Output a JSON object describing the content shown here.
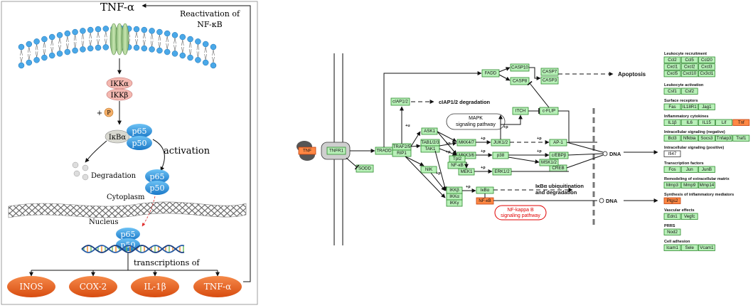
{
  "left": {
    "tnf_top": "TNF-α",
    "reactivation": [
      "Reactivation of",
      "NF-κB"
    ],
    "ikk_alpha": "IKKα",
    "ikk_beta": "IKKβ",
    "plus": "+",
    "phospho": "P",
    "ikba": "IκBα",
    "p65": "p65",
    "p50": "p50",
    "activation": "activation",
    "degradation": "Degradation",
    "cytoplasm": "Cytoplasm",
    "nucleus": "Nucleus",
    "transcriptions": "transcriptions of",
    "products": [
      "INOS",
      "COX-2",
      "IL-1β",
      "TNF-α"
    ],
    "colors": {
      "blue": "#2a8fd8",
      "orange": "#e8601c",
      "green": "#a9d18e",
      "pink": "#f4b8b0"
    }
  },
  "right": {
    "tnf": "TNF",
    "tnfr1": "TNFR1",
    "sodd": "SODD",
    "tradd": "TRADD",
    "traf25": "TRAF2/5",
    "rip1": "RIP1",
    "ciap": "cIAP1/2",
    "ciap_degradation": "cIAP1/2 degradation",
    "fadd": "FADD",
    "casp10": "CASP10",
    "casp8": "CASP8",
    "casp7": "CASP7",
    "casp3": "CASP3",
    "apoptosis": "Apoptosis",
    "mapk": [
      "MAPK",
      "signaling pathway"
    ],
    "itch": "ITCH",
    "cflip": "c-FLIP",
    "ask1": "ASK1",
    "tab123": "TAB1/2/3",
    "tak1": "TAK1",
    "mkk47": "MKK4/7",
    "mkk36": "MKK3/6",
    "jnk12": "JUK1/2",
    "p38": "p38",
    "ap1": "AP-1",
    "cebpb": "c/EBPβ",
    "creb": "CREB",
    "msk12": "MSK1/2",
    "tpl2": "Tpl2",
    "nfkb_small": "NF-κB",
    "mek1": "MEK1",
    "erk12": "ERK1/2",
    "nik": "NIK",
    "ikkb": "IKKβ",
    "ikka": "IKKα",
    "ikkg": "IKKγ",
    "ikba": "IκBα",
    "nfkb": "NF-κB",
    "ikba_deg": [
      "IκBα ubiquitination",
      "and degradation"
    ],
    "nfkb_pathway": [
      "NF-kappa B",
      "signaling pathway"
    ],
    "dna": "DNA",
    "plus_p": "+p",
    "plus_u": "+u",
    "minus_p": "-p",
    "sections": {
      "leukocyte_recruitment": {
        "title": "Leukocyte recruitment",
        "genes": [
          "Ccl2",
          "Ccl5",
          "Ccl20",
          "Cxcl1",
          "Cxcl2",
          "Cxcl3",
          "Cxcl5",
          "Cxcl10",
          "Cx3cl1"
        ]
      },
      "leukocyte_activation": {
        "title": "Leukocyte activation",
        "genes": [
          "Csf1",
          "Csf2"
        ]
      },
      "surface_receptors": {
        "title": "Surface receptors",
        "genes": [
          "Fas",
          "IL18R1",
          "Jag1"
        ]
      },
      "inflammatory_cytokines": {
        "title": "Inflammatory cytokines",
        "genes": [
          "IL1β",
          "IL6",
          "IL15",
          "Lif",
          "Tnf"
        ]
      },
      "intracellular_negative": {
        "title": "Intracellular signaling (negative)",
        "genes": [
          "Bcl3",
          "Nfkbia",
          "Socs3",
          "Tnfaip3",
          "Traf1"
        ]
      },
      "intracellular_positive": {
        "title": "Intracellular signaling (positive)",
        "genes": [
          "Ifi47"
        ]
      },
      "transcription_factors": {
        "title": "Transcription factors",
        "genes": [
          "Fos",
          "Jun",
          "JunB"
        ]
      },
      "remodeling": {
        "title": "Remodeling of extracellular matrix",
        "genes": [
          "Mmp3",
          "Mmp9",
          "Mmp14"
        ]
      },
      "synthesis": {
        "title": "Synthesis of inflammatory mediators",
        "genes": [
          "Ptgs2"
        ]
      },
      "vascular": {
        "title": "Vascular effects",
        "genes": [
          "Edn1",
          "Vegfc"
        ]
      },
      "prrs": {
        "title": "PRRS",
        "genes": [
          "Nod2"
        ]
      },
      "cell_adhesion": {
        "title": "Cell adhesion",
        "genes": [
          "Icam1",
          "Sele",
          "Vcam1"
        ]
      }
    },
    "colors": {
      "gene_fill": "#b8f0b8",
      "highlight": "#ff8844",
      "red_text": "#e00000"
    }
  }
}
